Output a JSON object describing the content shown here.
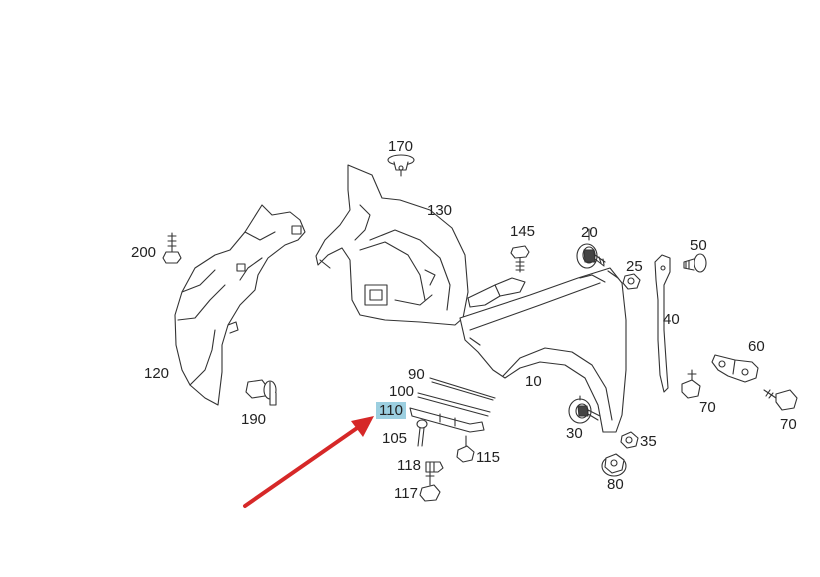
{
  "labels": {
    "l170": "170",
    "l130": "130",
    "l145": "145",
    "l20": "20",
    "l25": "25",
    "l50": "50",
    "l200": "200",
    "l40": "40",
    "l60": "60",
    "l120": "120",
    "l90": "90",
    "l100": "100",
    "l110": "110",
    "l10": "10",
    "l190": "190",
    "l70a": "70",
    "l70b": "70",
    "l105": "105",
    "l115": "115",
    "l30": "30",
    "l35": "35",
    "l118": "118",
    "l117": "117",
    "l80": "80"
  },
  "colors": {
    "highlight": "#9ccfe0",
    "arrow": "#d62828",
    "line": "#333333"
  }
}
